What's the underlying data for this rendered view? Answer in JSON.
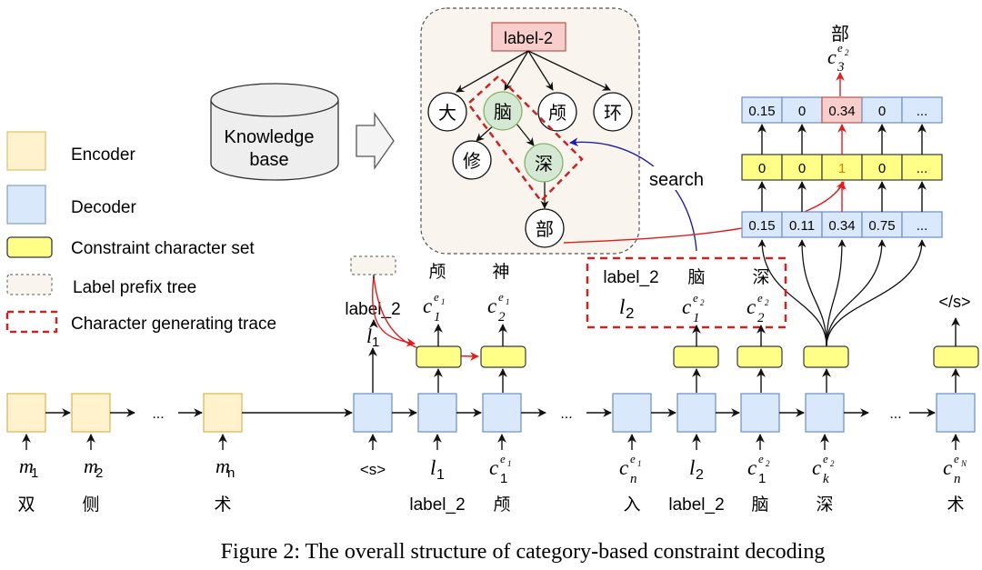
{
  "legend": {
    "items": [
      {
        "key": "encoder",
        "label": "Encoder"
      },
      {
        "key": "decoder",
        "label": "Decoder"
      },
      {
        "key": "constraint",
        "label": "Constraint character set"
      },
      {
        "key": "prefix_tree",
        "label": "Label prefix tree"
      },
      {
        "key": "trace",
        "label": "Character generating trace"
      }
    ]
  },
  "knowledge_base": {
    "line1": "Knowledge",
    "line2": "base"
  },
  "prefix_tree": {
    "root": "label-2",
    "level1": [
      "大",
      "脑",
      "颅",
      "环"
    ],
    "level2": [
      "修",
      "深"
    ],
    "level3": [
      "部"
    ]
  },
  "search_label": "search",
  "output_top": {
    "char": "部",
    "sym": "c",
    "sup": "e",
    "supsub": "2",
    "sub": "3"
  },
  "prob_row_top": [
    "0.15",
    "0",
    "0.34",
    "0",
    "..."
  ],
  "mask_row": [
    "0",
    "0",
    "1",
    "0",
    "..."
  ],
  "prob_row_bottom": [
    "0.15",
    "0.11",
    "0.34",
    "0.75",
    "..."
  ],
  "trace_box": {
    "col1": {
      "top": "label_2",
      "sym": "l",
      "sub": "2"
    },
    "col2": {
      "top": "脑",
      "sym": "c",
      "sup": "e",
      "supsub": "2",
      "sub": "1"
    },
    "col3": {
      "top": "深",
      "sym": "c",
      "sup": "e",
      "supsub": "2",
      "sub": "2"
    }
  },
  "decoder_outputs": {
    "d1": {
      "top": "label_2",
      "sym": "l",
      "sub": "1"
    },
    "d2": {
      "top": "颅",
      "sym": "c",
      "sup": "e",
      "supsub": "1",
      "sub": "1"
    },
    "d3": {
      "top": "神",
      "sym": "c",
      "sup": "e",
      "supsub": "1",
      "sub": "2"
    },
    "end": "</s>"
  },
  "ellipsis": "...",
  "encoder_inputs": [
    {
      "sym": "m",
      "sub": "1",
      "char": "双"
    },
    {
      "sym": "m",
      "sub": "2",
      "char": "侧"
    },
    {
      "sym": "m",
      "sub": "n",
      "char": "术"
    }
  ],
  "decoder_inputs": [
    {
      "sym": "<s>",
      "char": ""
    },
    {
      "sym": "l",
      "sub": "1",
      "char": "label_2"
    },
    {
      "sym": "c",
      "sup": "e",
      "supsub": "1",
      "sub": "1",
      "char": "颅"
    },
    {
      "sym": "c",
      "sup": "e",
      "supsub": "1",
      "sub": "n",
      "char": "入"
    },
    {
      "sym": "l",
      "sub": "2",
      "char": "label_2"
    },
    {
      "sym": "c",
      "sup": "e",
      "supsub": "2",
      "sub": "1",
      "char": "脑"
    },
    {
      "sym": "c",
      "sup": "e",
      "supsub": "2",
      "sub": "k",
      "char": "深"
    },
    {
      "sym": "c",
      "sup": "e",
      "supsub": "N",
      "sub": "n",
      "char": "术"
    }
  ],
  "caption": "Figure 2: The overall structure of category-based constraint decoding",
  "colors": {
    "encoder_fill": "#fff2cc",
    "encoder_stroke": "#d6b656",
    "decoder_fill": "#dae8fc",
    "decoder_stroke": "#6c8ebf",
    "constraint_fill": "#ffff88",
    "constraint_stroke": "#36393d",
    "tree_bg": "#f9f5ee",
    "root_fill": "#f8cecc",
    "root_stroke": "#b85450",
    "path_node_fill": "#d5e8d4",
    "path_node_stroke": "#82b366",
    "trace_red": "#cc2222",
    "search_blue": "#1f1fa8",
    "highlight_red": "#e21b1b"
  }
}
